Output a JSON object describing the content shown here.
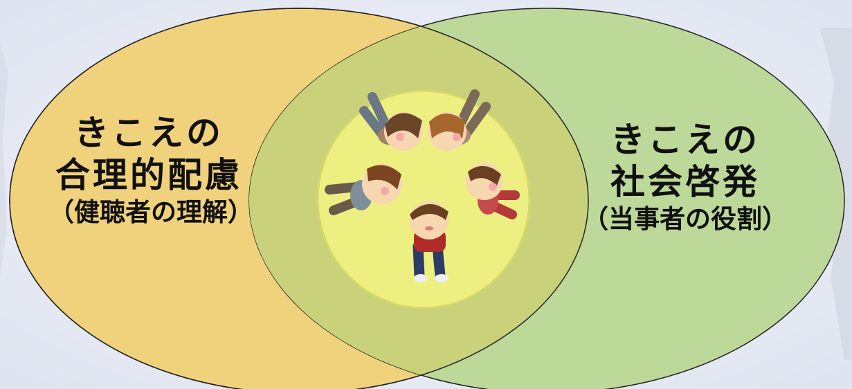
{
  "diagram": {
    "left_circle": {
      "line1": "きこえの",
      "line2": "合理的配慮",
      "line3": "（健聴者の理解）",
      "fill": "#f1d27c"
    },
    "right_circle": {
      "line1": "きこえの",
      "line2": "社会啓発",
      "line3": "（当事者の役割）",
      "fill": "#bcd99a"
    },
    "overlap": {
      "fill": "#c9d27a",
      "image": "clay-figures-holding-hands-in-circle"
    },
    "background_color": "#e9ecf5"
  }
}
